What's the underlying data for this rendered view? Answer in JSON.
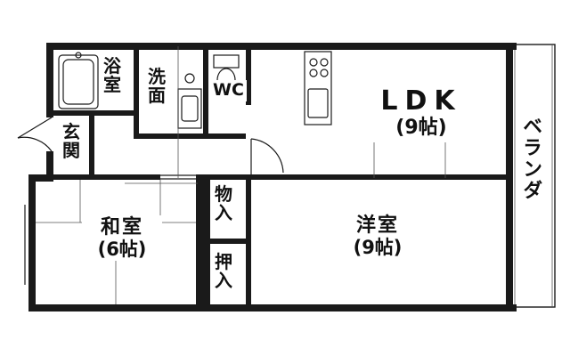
{
  "rooms": {
    "bath": "浴室",
    "washroom": "洗面",
    "wc": "WC",
    "entrance": "玄関",
    "ldk": {
      "name": "LDK",
      "size": "(9帖)"
    },
    "storage": "物入",
    "closet": "押入",
    "japanese_room": {
      "name": "和室",
      "size": "(6帖)"
    },
    "western_room": {
      "name": "洋室",
      "size": "(9帖)"
    },
    "veranda": "ベランダ"
  }
}
